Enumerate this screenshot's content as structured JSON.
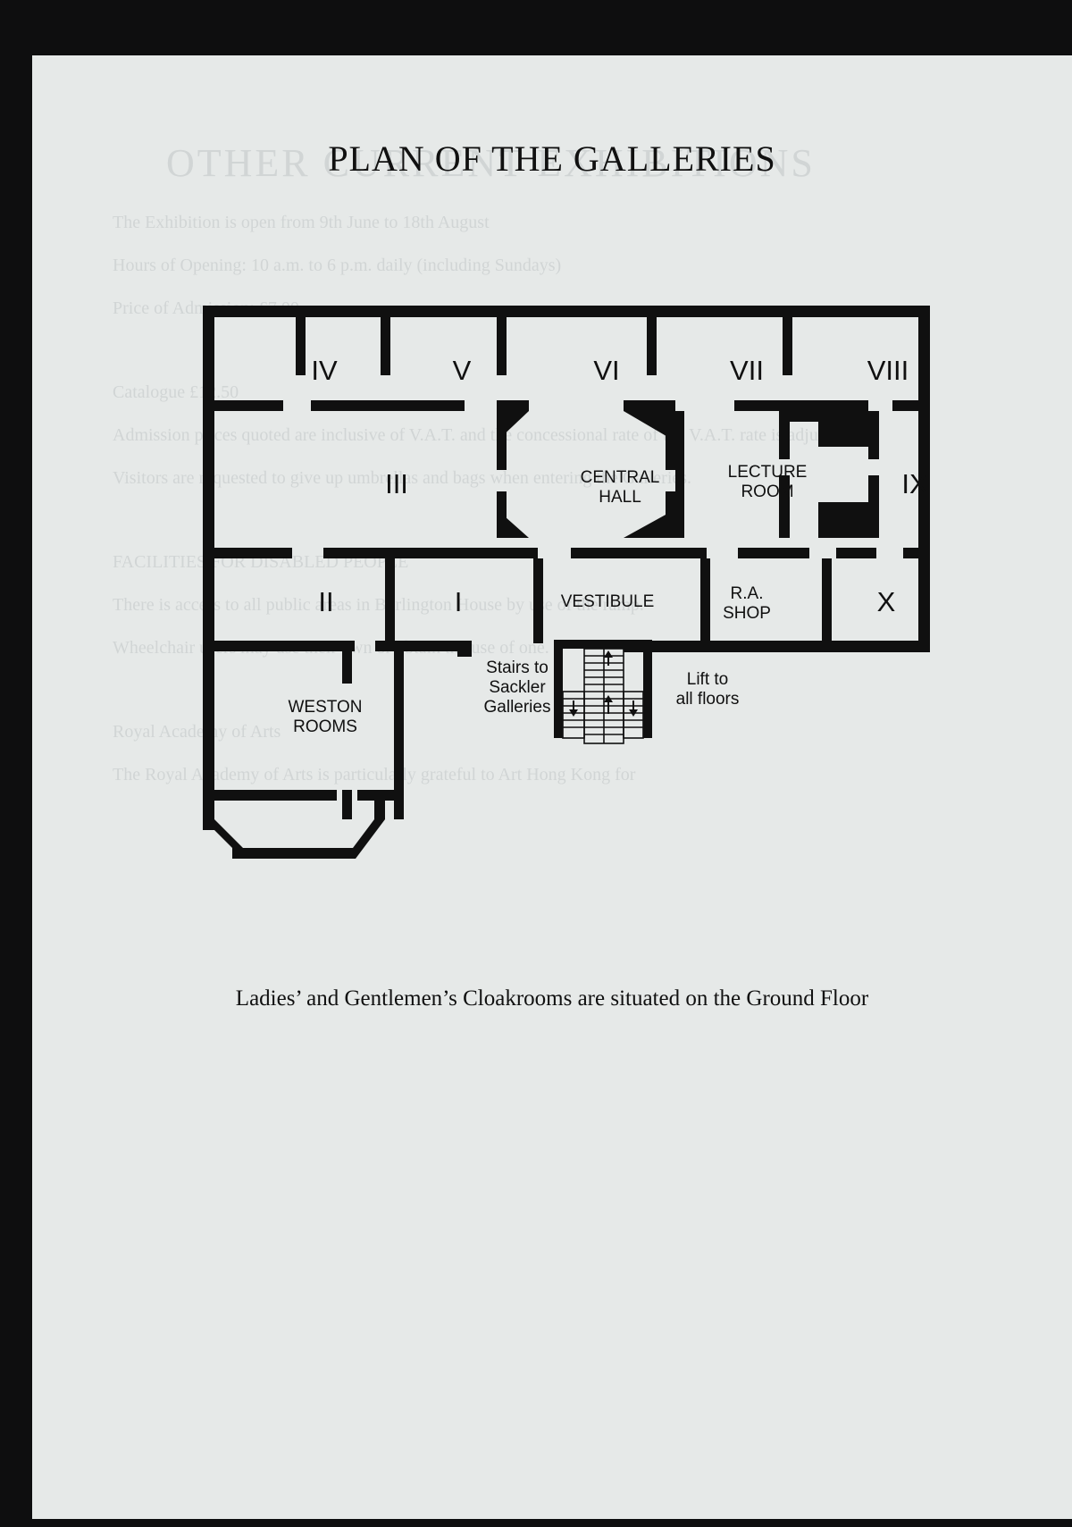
{
  "title": "PLAN OF THE GALLERIES",
  "rooms": {
    "iv": "IV",
    "v": "V",
    "vi": "VI",
    "vii": "VII",
    "viii": "VIII",
    "iii": "III",
    "ix": "IX",
    "ii": "II",
    "i": "I",
    "x": "X",
    "central_hall": [
      "CENTRAL",
      "HALL"
    ],
    "lecture_room": [
      "LECTURE",
      "ROOM"
    ],
    "vestibule": "VESTIBULE",
    "ra_shop": [
      "R.A.",
      "SHOP"
    ],
    "weston_rooms": [
      "WESTON",
      "ROOMS"
    ],
    "stairs": [
      "Stairs to",
      "Sackler",
      "Galleries"
    ],
    "lift": [
      "Lift to",
      "all floors"
    ]
  },
  "footer": "Ladies’ and Gentlemen’s Cloakrooms are situated on the Ground Floor",
  "show_through": {
    "heading": "OTHER CURRENT EXHIBITIONS",
    "lines": [
      "The Exhibition is open from 9th June to 18th August",
      "Hours of Opening: 10 a.m. to 6 p.m. daily (including Sundays)",
      "Price of Admission: £7.00",
      "Catalogue £12.50",
      "Admission prices quoted are inclusive of V.A.T. and the concessional rate of the V.A.T. rate is adjusted",
      "Visitors are requested to give up umbrellas and bags when entering the Galleries.",
      "FACILITIES FOR DISABLED PEOPLE",
      "There is access to all public areas in Burlington House by use of the ramp.",
      "Wheelchair users may use their own or obtain the use of one.",
      "Royal Academy of Arts",
      "The Royal Academy of Arts is particularly grateful to Art Hong Kong for"
    ]
  },
  "colors": {
    "page": "#e6e9e8",
    "ink": "#101010",
    "background": "#0e0e0f"
  }
}
